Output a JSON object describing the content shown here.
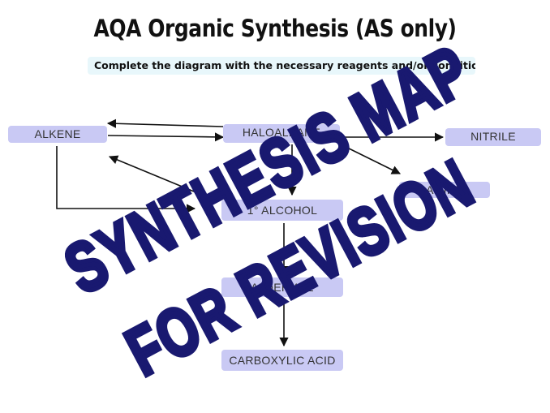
{
  "title": "AQA Organic Synthesis (AS only)",
  "instruction": "Complete the diagram with the necessary reagents and/or conditions",
  "compounds": {
    "alkene": "ALKENE",
    "haloalkane": "HALOALKANE",
    "nitrile": "NITRILE",
    "amine": "AMINE",
    "primary_alcohol": "1° ALCOHOL",
    "aldehyde": "ALDEHYDE",
    "carboxylic_acid": "CARBOXYLIC ACID"
  },
  "overlay": {
    "line1": "SYNTHESIS MAP",
    "line2": "FOR REVISION",
    "color": "#191970"
  },
  "colors": {
    "box_fill": "#c9c9f4",
    "instruction_fill": "#e8f7fb"
  }
}
